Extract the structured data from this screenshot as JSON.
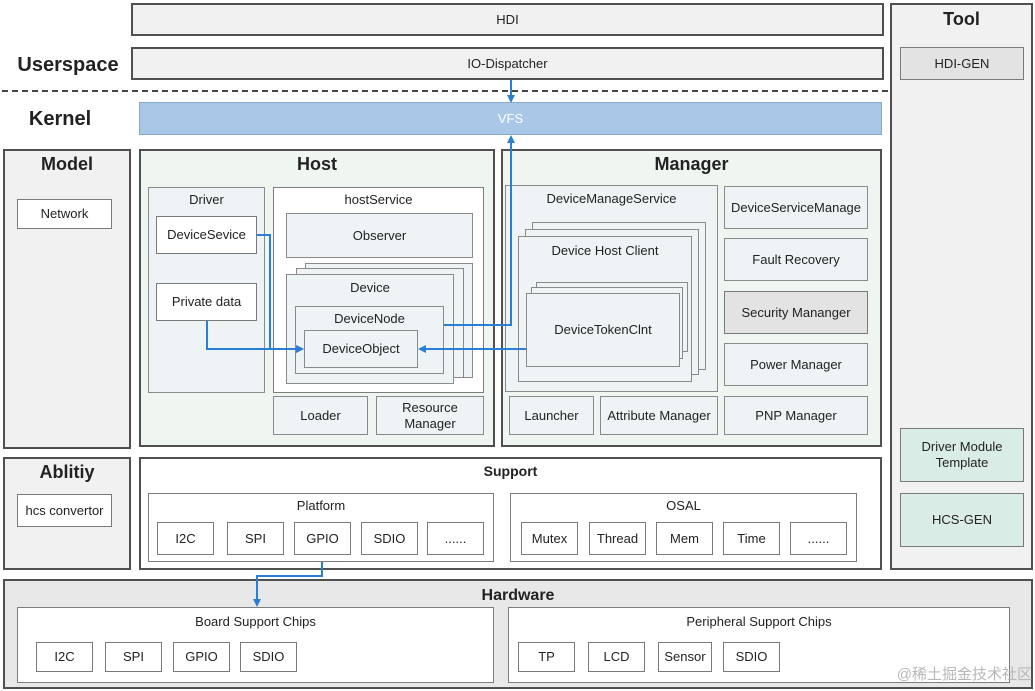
{
  "layers": {
    "userspace": "Userspace",
    "kernel": "Kernel",
    "hdi": "HDI",
    "io_dispatcher": "IO-Dispatcher",
    "vfs": "VFS"
  },
  "tool": {
    "title": "Tool",
    "hdi_gen": "HDI-GEN",
    "driver_module_template": "Driver Module Template",
    "hcs_gen": "HCS-GEN"
  },
  "model": {
    "title": "Model",
    "network": "Network"
  },
  "ability": {
    "title": "Ablitiy",
    "hcs_convertor": "hcs convertor"
  },
  "host": {
    "title": "Host",
    "driver": "Driver",
    "device_service": "DeviceSevice",
    "private_data": "Private data",
    "host_service": "hostService",
    "observer": "Observer",
    "device": "Device",
    "device_node": "DeviceNode",
    "device_object": "DeviceObject",
    "loader": "Loader",
    "resource_manager": "Resource Manager"
  },
  "manager": {
    "title": "Manager",
    "device_manage_service": "DeviceManageService",
    "device_host_client": "Device Host Client",
    "device_token_clnt": "DeviceTokenClnt",
    "launcher": "Launcher",
    "attribute_manager": "Attribute Manager",
    "device_service_manage": "DeviceServiceManage",
    "fault_recovery": "Fault Recovery",
    "security_manager": "Security Mananger",
    "power_manager": "Power Manager",
    "pnp_manager": "PNP Manager"
  },
  "support": {
    "title": "Support",
    "platform": {
      "title": "Platform",
      "items": [
        "I2C",
        "SPI",
        "GPIO",
        "SDIO",
        "......"
      ]
    },
    "osal": {
      "title": "OSAL",
      "items": [
        "Mutex",
        "Thread",
        "Mem",
        "Time",
        "......"
      ]
    }
  },
  "hardware": {
    "title": "Hardware",
    "board": {
      "title": "Board Support Chips",
      "items": [
        "I2C",
        "SPI",
        "GPIO",
        "SDIO"
      ]
    },
    "peripheral": {
      "title": "Peripheral Support Chips",
      "items": [
        "TP",
        "LCD",
        "Sensor",
        "SDIO"
      ]
    }
  },
  "watermark": "@稀土掘金技术社区",
  "colors": {
    "arrow": "#2a7fd4",
    "vfs": "#a9c8e8",
    "frame": "#505050"
  }
}
